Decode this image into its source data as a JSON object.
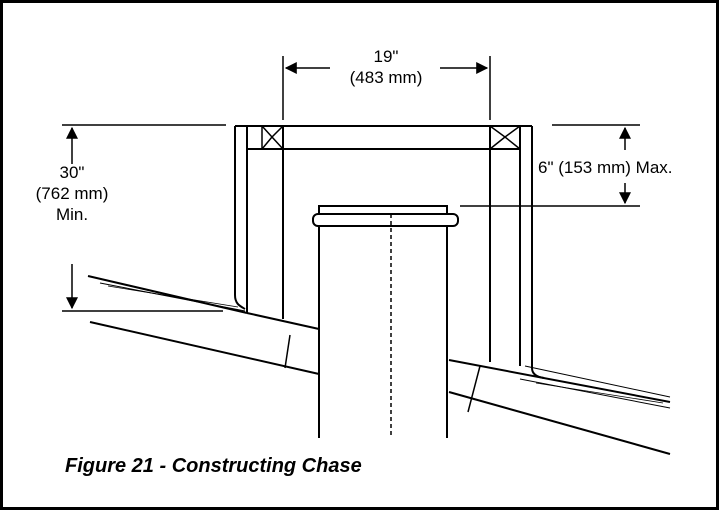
{
  "diagram": {
    "caption": "Figure 21 - Constructing Chase",
    "dimensions": {
      "width_line1": "19\"",
      "width_line2": "(483 mm)",
      "height_line1": "30\"",
      "height_line2": "(762 mm)",
      "height_line3": "Min.",
      "top_gap": "6\" (153 mm) Max."
    }
  }
}
